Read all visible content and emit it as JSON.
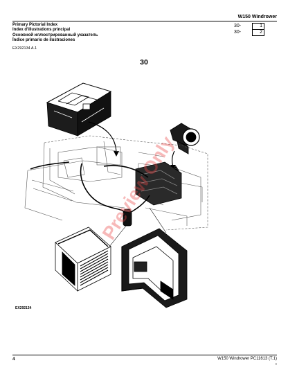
{
  "header": {
    "manual_title": "W150  Windrower",
    "index_refs": [
      {
        "section": "30-",
        "num": "1"
      },
      {
        "section": "30-",
        "num": "2"
      }
    ],
    "titles": [
      "Primary Pictorial Index",
      "Index d'illustrations principal",
      "Основной иллюстрированный указатель",
      "Índice primario de ilustraciones"
    ],
    "doc_id": "EX292134 A.1"
  },
  "section_number": "30",
  "illustration_label": "EX292134",
  "watermark": "Preview Only",
  "footer": {
    "page_number": "4",
    "right_text": "W150 Windrower   PC11613   (T.1)",
    "small_mark": "0"
  }
}
